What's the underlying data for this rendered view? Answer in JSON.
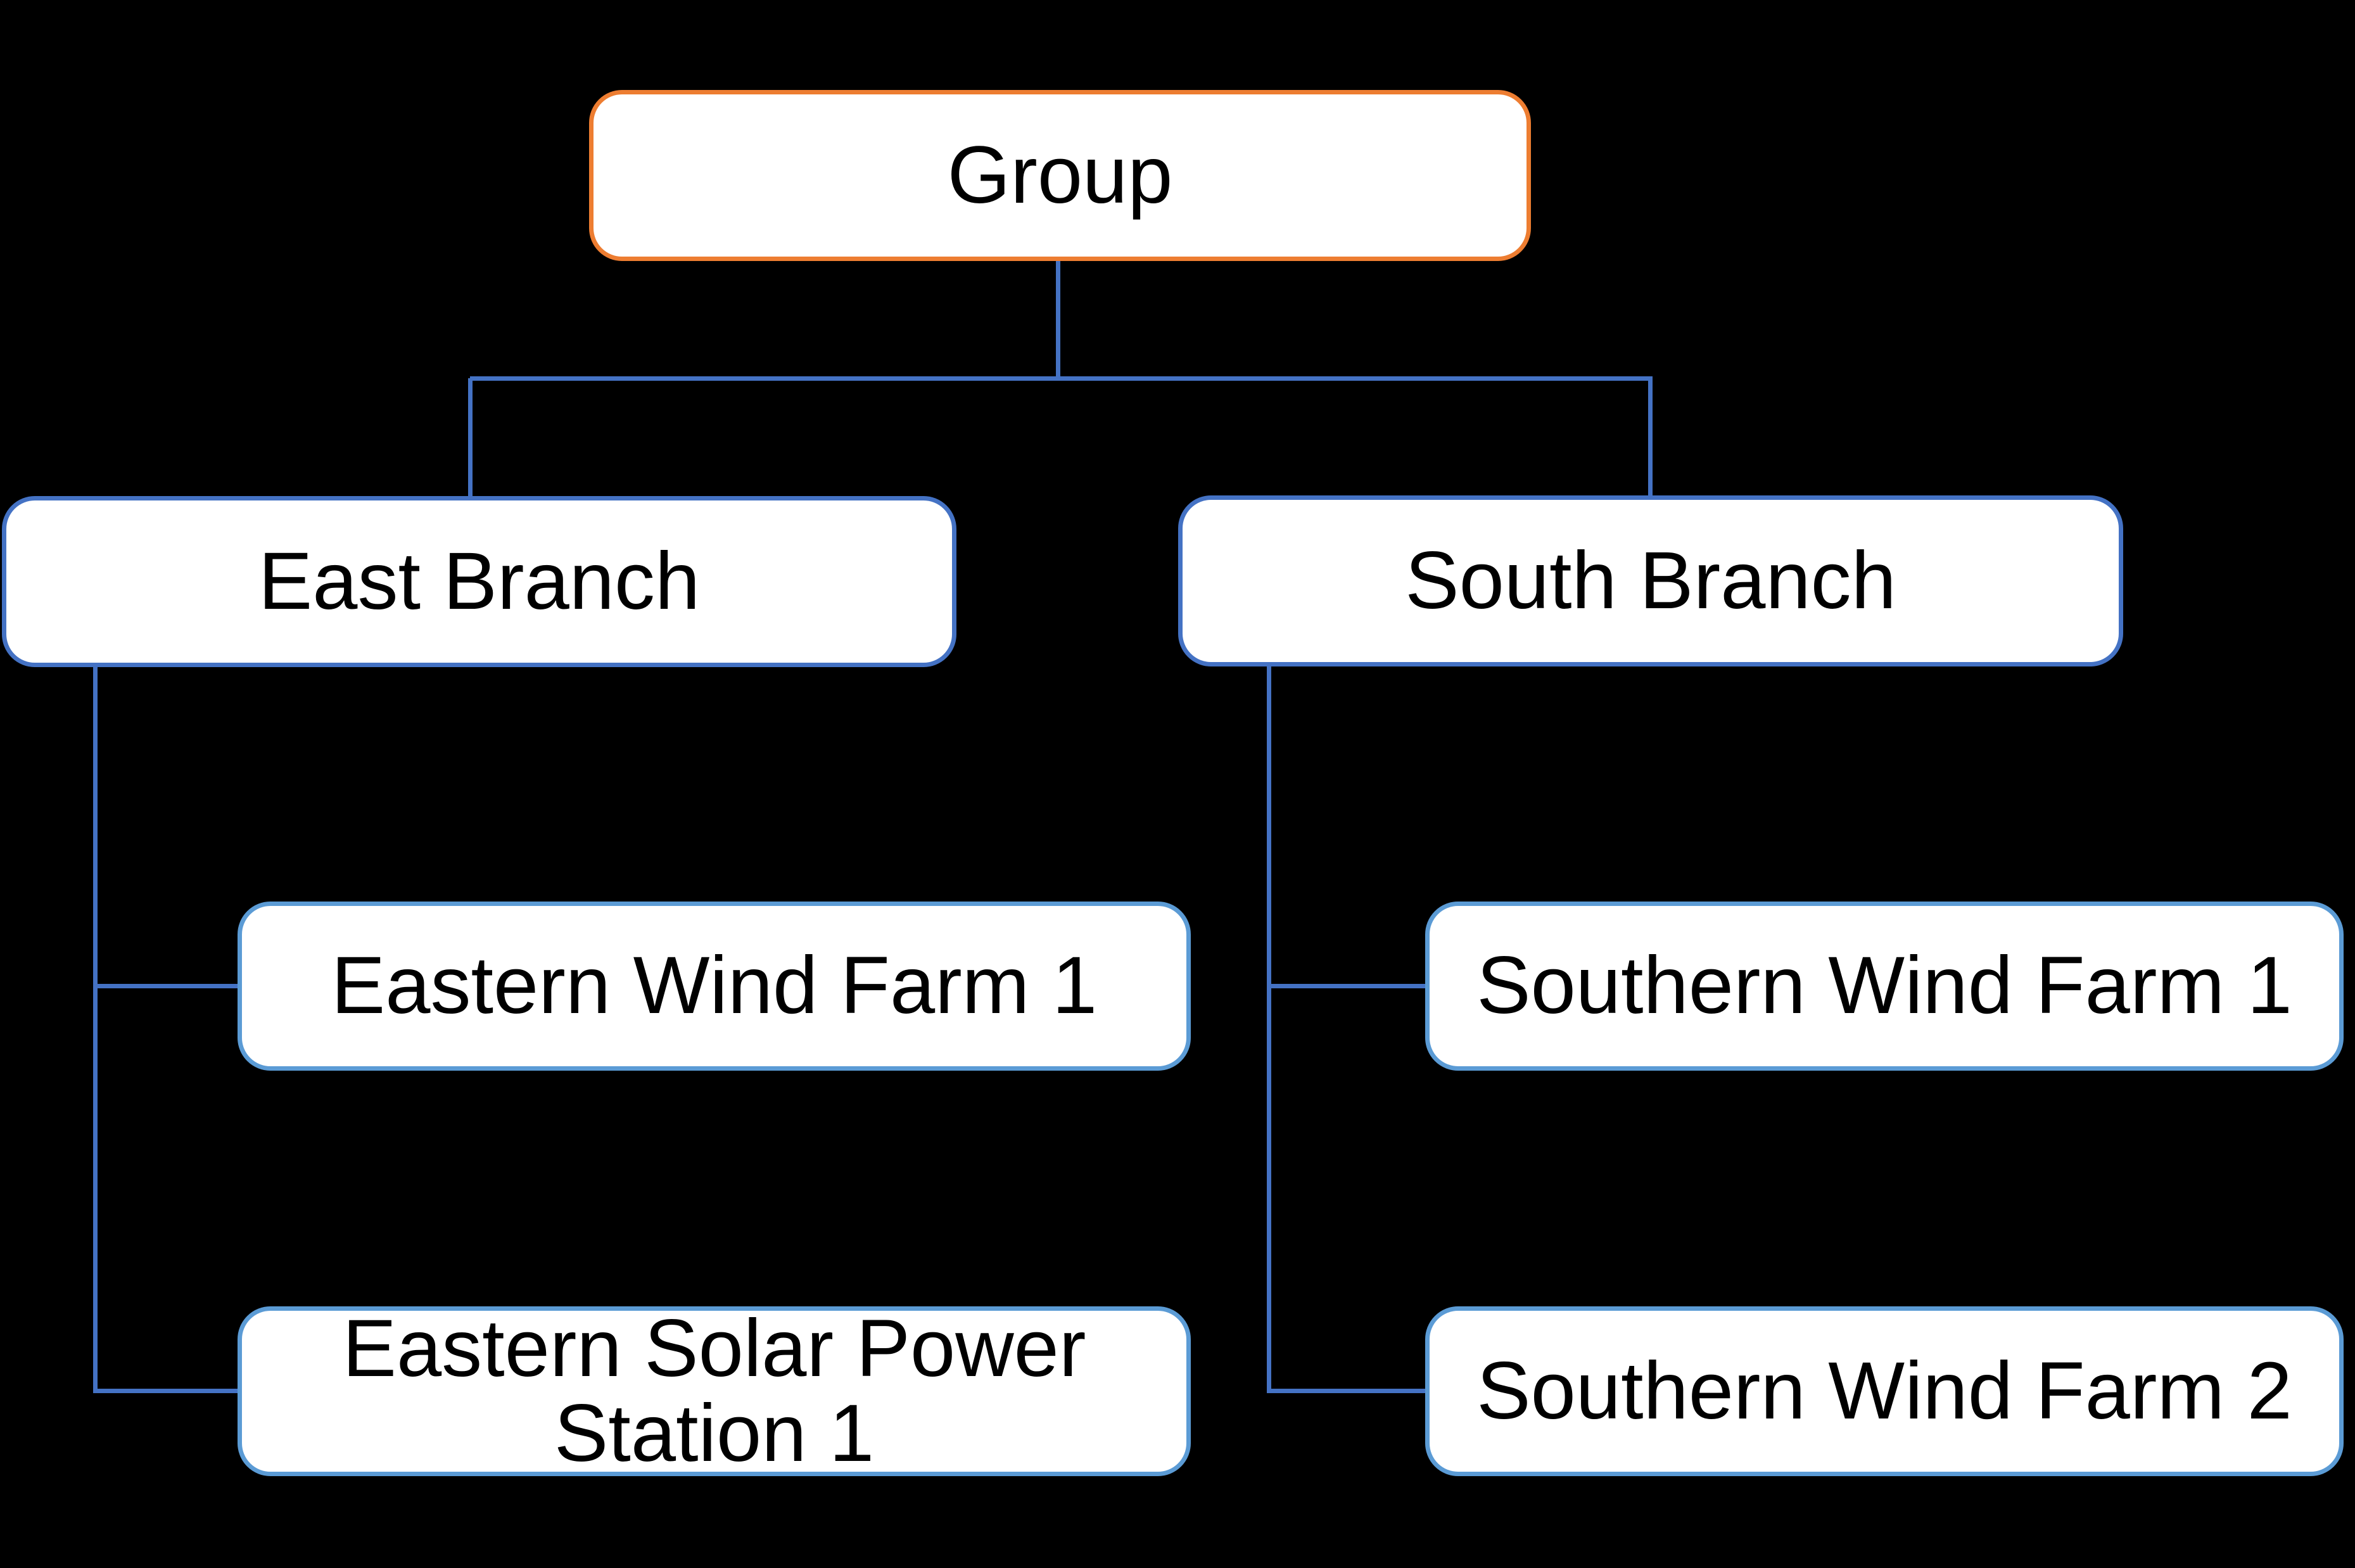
{
  "colors": {
    "background": "#000000",
    "box_fill": "#FFFFFF",
    "text": "#000000",
    "root_border": "#ED7D31",
    "branch_border": "#4472C4",
    "leaf_border": "#5B9BD5",
    "connector": "#4472C4"
  },
  "org": {
    "root": {
      "label": "Group"
    },
    "branches": [
      {
        "label": "East Branch",
        "children": [
          {
            "label": "Eastern Wind Farm 1"
          },
          {
            "label": "Eastern Solar Power Station 1"
          }
        ]
      },
      {
        "label": "South Branch",
        "children": [
          {
            "label": "Southern Wind Farm 1"
          },
          {
            "label": "Southern Wind Farm 2"
          }
        ]
      }
    ]
  }
}
